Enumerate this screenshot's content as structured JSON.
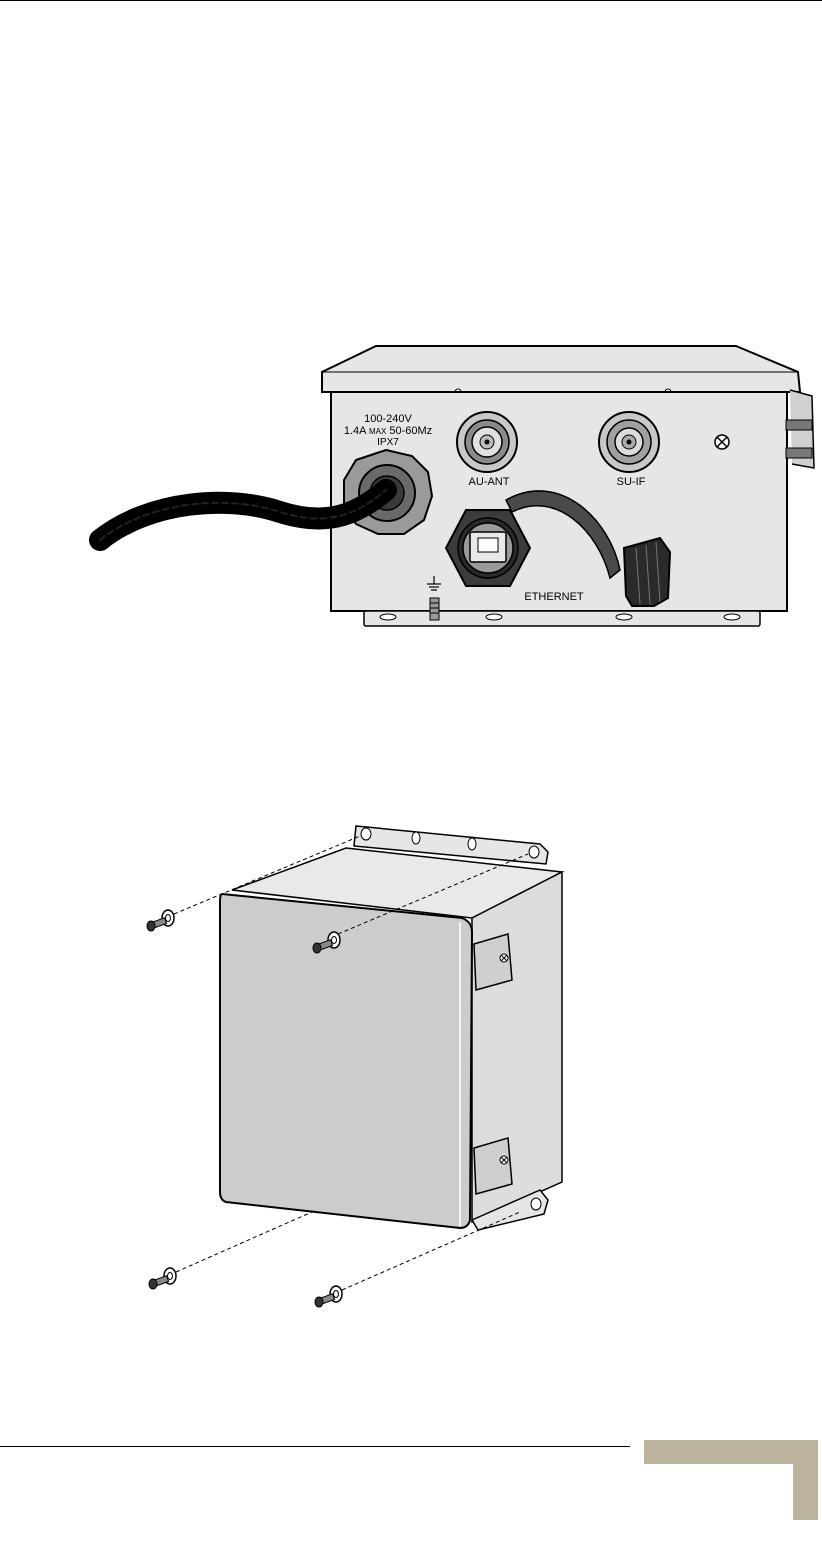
{
  "figure1": {
    "power_label_line1": "100-240V",
    "power_label_line2a": "1.4A",
    "power_label_line2b": "MAX",
    "power_label_line2c": "50-60Mz",
    "power_label_line3": "IPX7",
    "au_ant_label": "AU-ANT",
    "su_if_label": "SU-IF",
    "ethernet_label": "ETHERNET"
  },
  "colors": {
    "tab_accent": "#bcb39c",
    "panel_fill": "#e6e6e6",
    "door_fill": "#cccccc"
  }
}
